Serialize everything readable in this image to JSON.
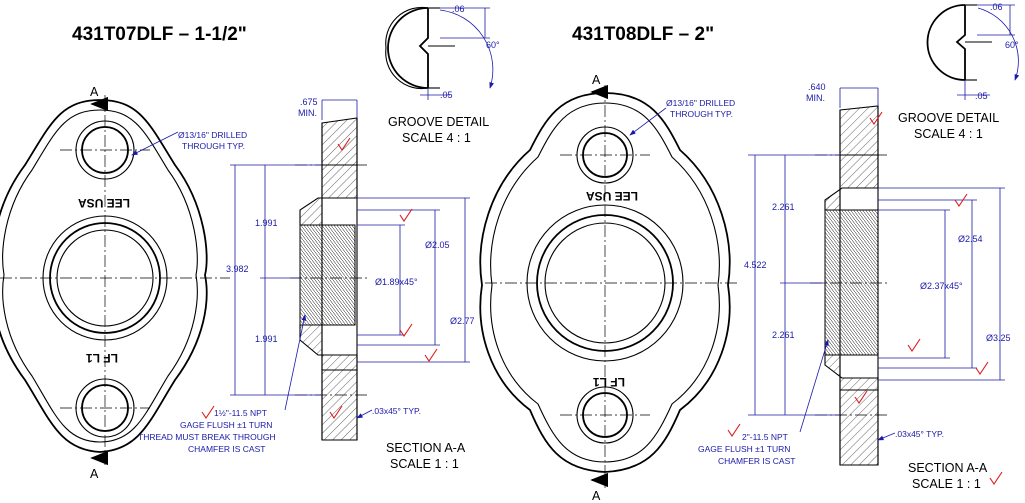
{
  "left": {
    "title": "431T07DLF – 1-1/2\"",
    "section_marker": "A",
    "casting_top": "LEE  USA",
    "casting_bottom": "LF  L1",
    "hole_note": [
      "Ø13/16\" DRILLED",
      "THROUGH TYP."
    ],
    "min_thickness": [
      ".675",
      "MIN."
    ],
    "dims": {
      "overall": "3.982",
      "half_top": "1.991",
      "half_bottom": "1.991",
      "bore_small": "Ø1.89x45°",
      "bore_mid": "Ø2.05",
      "bore_large": "Ø2.77"
    },
    "chamfer_note": ".03x45° TYP.",
    "thread_note": [
      "1½\"-11.5 NPT",
      "GAGE FLUSH ±1 TURN",
      "THREAD MUST BREAK THROUGH",
      "CHAMFER IS CAST"
    ],
    "groove": {
      "depth": ".06",
      "angle": "60°",
      "width": ".05",
      "label": "GROOVE DETAIL",
      "scale": "SCALE 4 : 1"
    },
    "section_label": "SECTION A-A",
    "section_scale": "SCALE 1 : 1"
  },
  "right": {
    "title": "431T08DLF – 2\"",
    "section_marker": "A",
    "casting_top": "LEE  USA",
    "casting_bottom": "LF  L1",
    "hole_note": [
      "Ø13/16\" DRILLED",
      "THROUGH TYP."
    ],
    "min_thickness": [
      ".640",
      "MIN."
    ],
    "dims": {
      "overall": "4.522",
      "half_top": "2.261",
      "half_bottom": "2.261",
      "bore_small": "Ø2.37x45°",
      "bore_mid": "Ø2.54",
      "bore_large": "Ø3.25"
    },
    "chamfer_note": ".03x45° TYP.",
    "thread_note": [
      "2\"-11.5 NPT",
      "GAGE FLUSH ±1 TURN",
      "CHAMFER IS CAST"
    ],
    "groove": {
      "depth": ".06",
      "angle": "60°",
      "width": ".05",
      "label": "GROOVE DETAIL",
      "scale": "SCALE 4 : 1"
    },
    "section_label": "SECTION A-A",
    "section_scale": "SCALE 1 : 1"
  },
  "colors": {
    "dimension": "#1a1aa8",
    "check_mark": "#e01818",
    "outline": "#000000"
  }
}
